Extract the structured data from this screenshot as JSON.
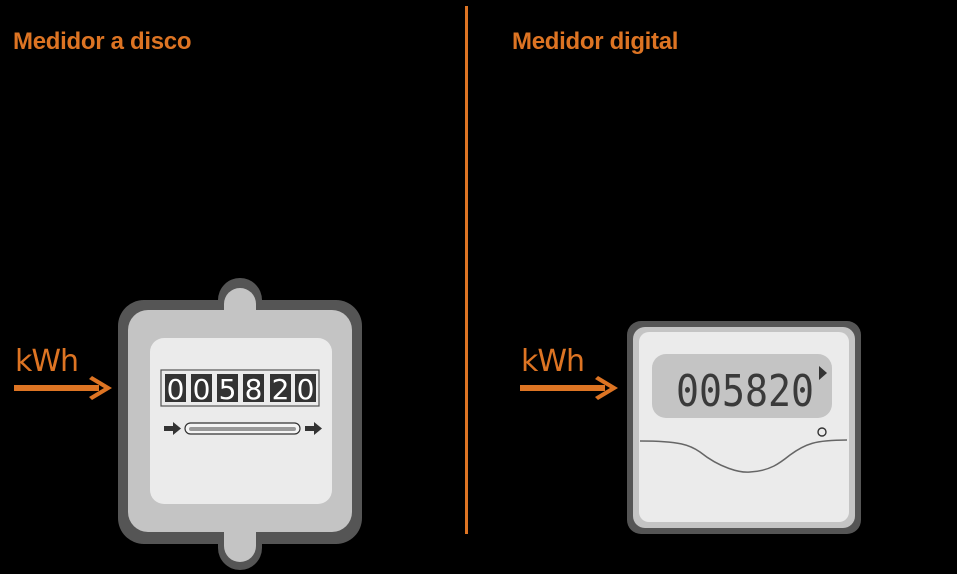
{
  "left_panel": {
    "title": "Medidor a disco",
    "input_label": "kWh",
    "meter_type": "analog-disc-meter",
    "reading_digits": [
      "0",
      "0",
      "5",
      "8",
      "2",
      "0"
    ]
  },
  "right_panel": {
    "title": "Medidor digital",
    "input_label": "kWh",
    "meter_type": "digital-meter",
    "reading": "005820"
  },
  "colors": {
    "accent": "#dd7423",
    "background": "#000000",
    "meter_outer": "#555555",
    "meter_body": "#c4c4c4",
    "meter_face": "#ebebeb",
    "lcd_bg": "#c4c4c4",
    "digit_dark": "#333333"
  }
}
